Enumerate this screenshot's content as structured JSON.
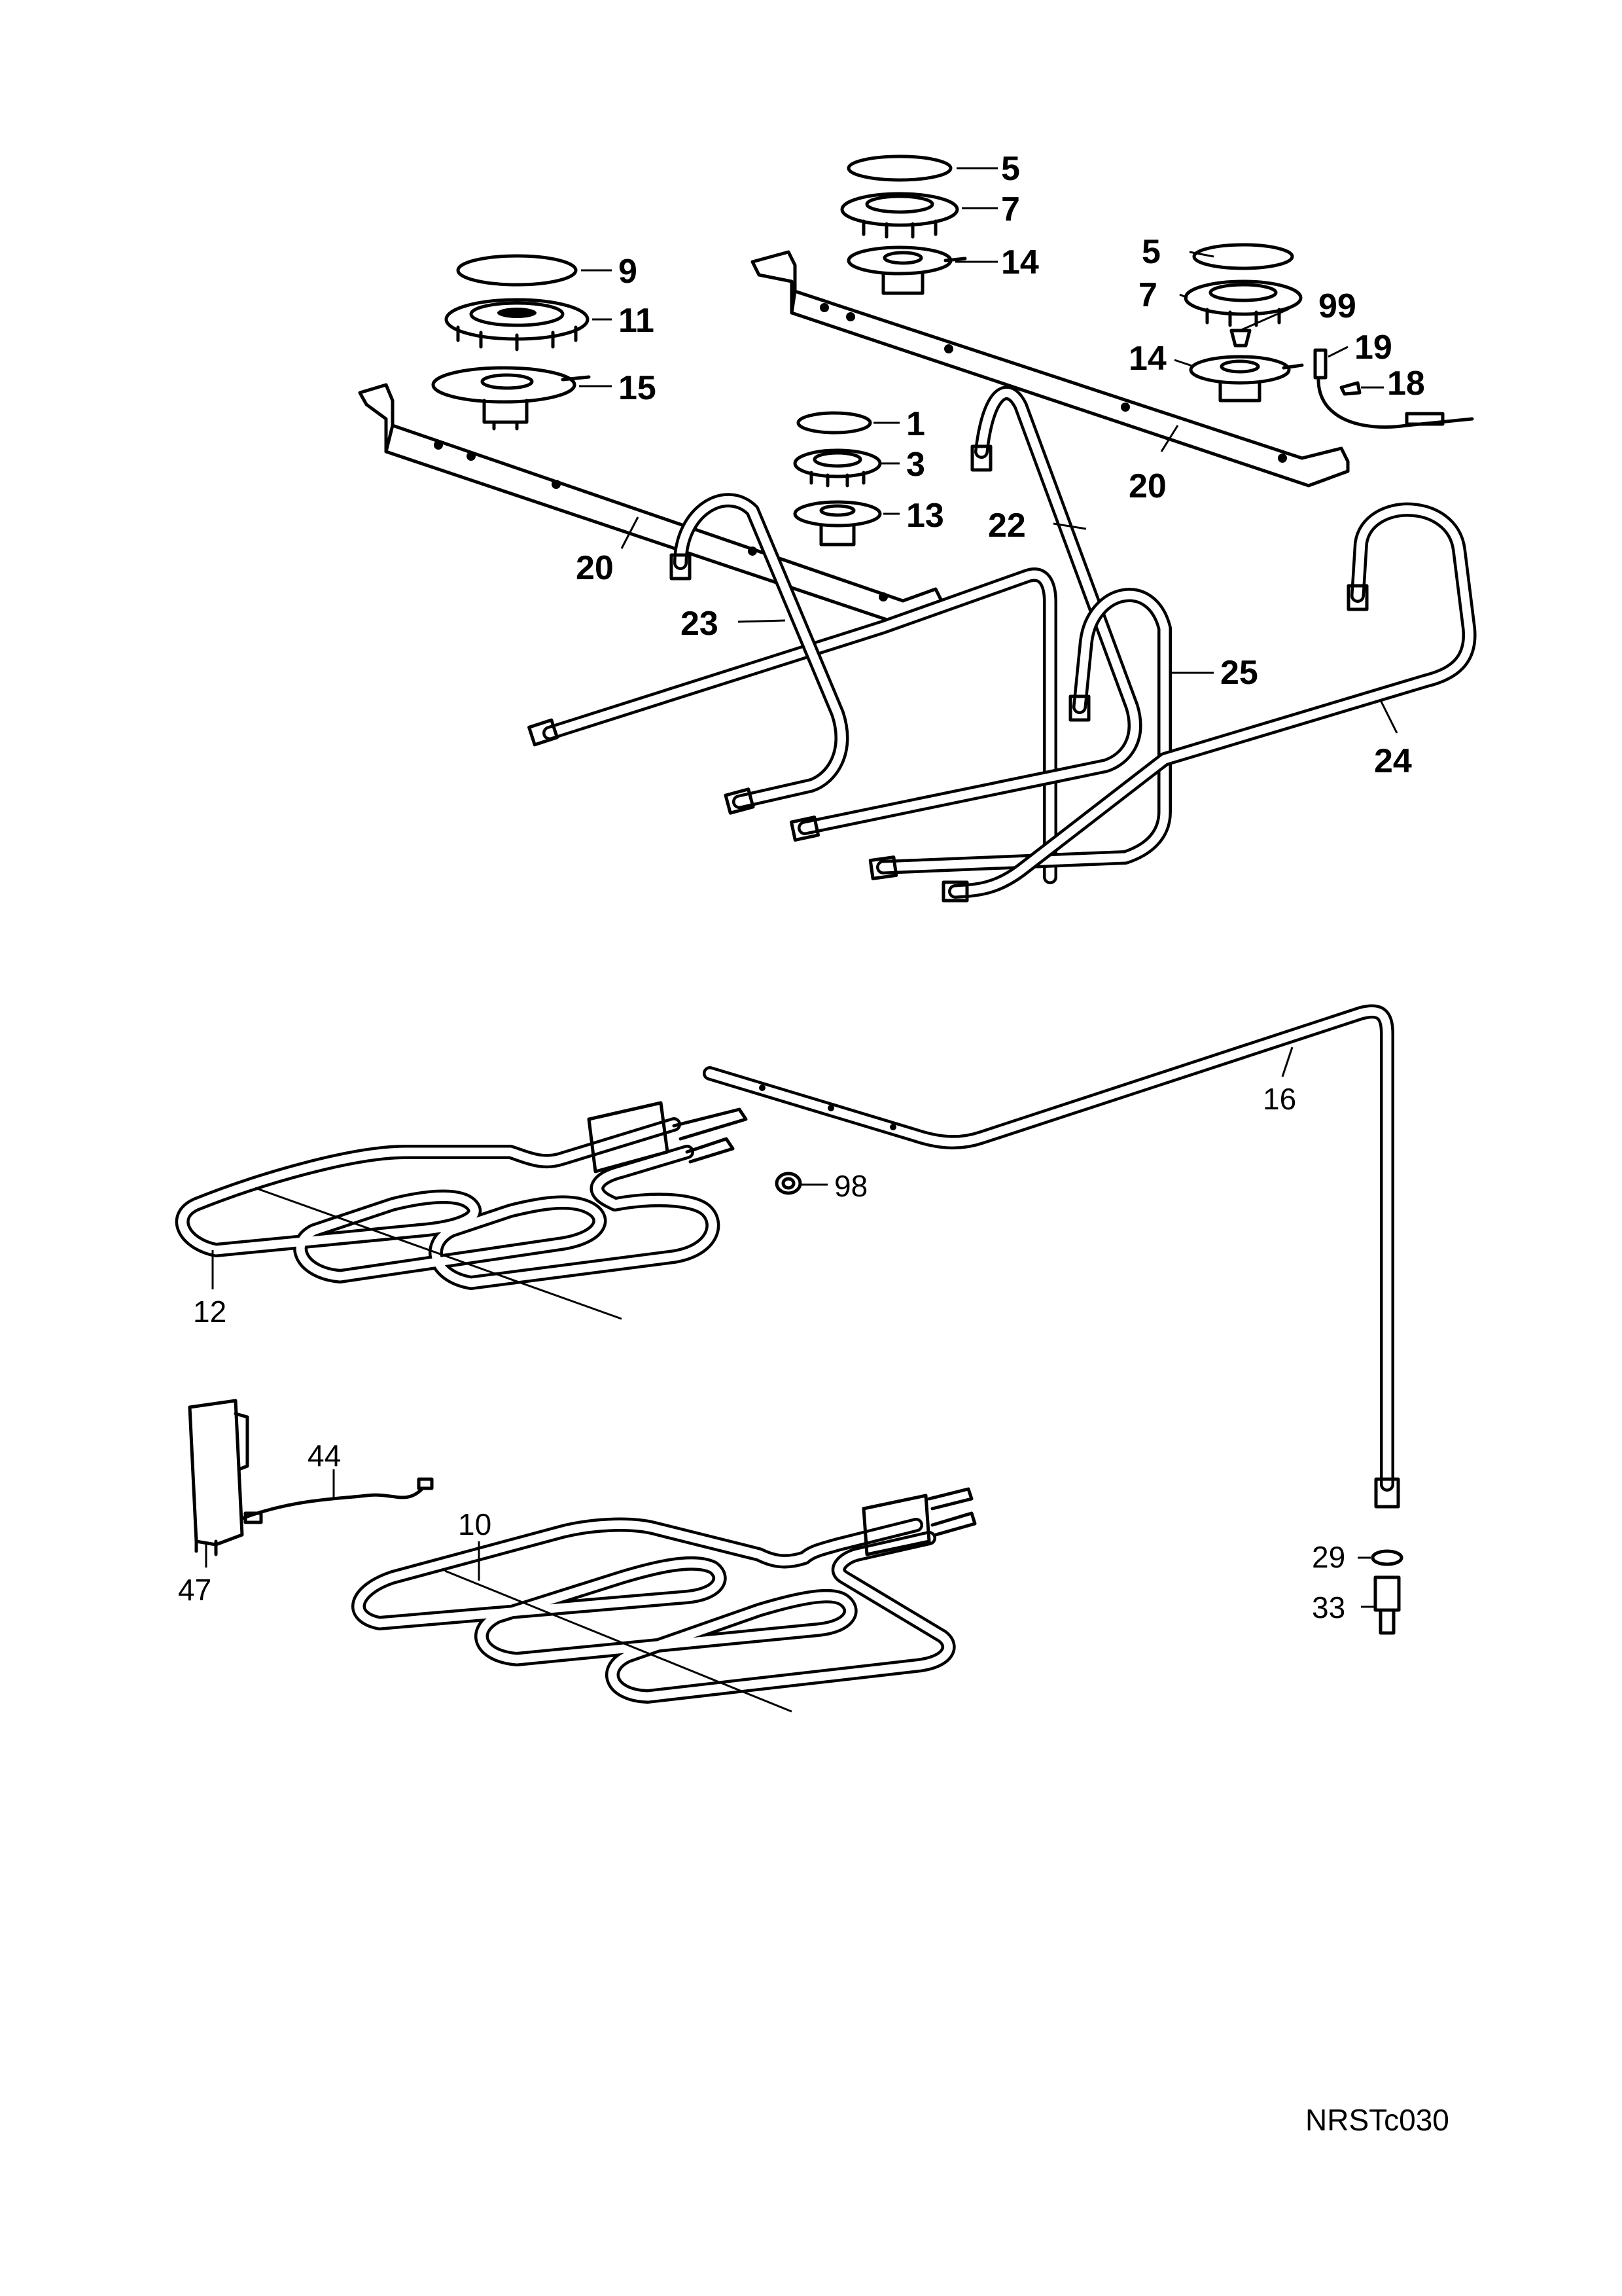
{
  "callouts": [
    {
      "id": "c5a",
      "text": "5"
    },
    {
      "id": "c7a",
      "text": "7"
    },
    {
      "id": "c14a",
      "text": "14"
    },
    {
      "id": "c9",
      "text": "9"
    },
    {
      "id": "c11",
      "text": "11"
    },
    {
      "id": "c15",
      "text": "15"
    },
    {
      "id": "c5b",
      "text": "5"
    },
    {
      "id": "c7b",
      "text": "7"
    },
    {
      "id": "c99",
      "text": "99"
    },
    {
      "id": "c19",
      "text": "19"
    },
    {
      "id": "c14b",
      "text": "14"
    },
    {
      "id": "c18",
      "text": "18"
    },
    {
      "id": "c1",
      "text": "1"
    },
    {
      "id": "c3",
      "text": "3"
    },
    {
      "id": "c13",
      "text": "13"
    },
    {
      "id": "c20a",
      "text": "20"
    },
    {
      "id": "c20b",
      "text": "20"
    },
    {
      "id": "c22",
      "text": "22"
    },
    {
      "id": "c23",
      "text": "23"
    },
    {
      "id": "c25",
      "text": "25"
    },
    {
      "id": "c24",
      "text": "24"
    },
    {
      "id": "c16",
      "text": "16"
    },
    {
      "id": "c98",
      "text": "98"
    },
    {
      "id": "c12",
      "text": "12"
    },
    {
      "id": "c44",
      "text": "44"
    },
    {
      "id": "c10",
      "text": "10"
    },
    {
      "id": "c47",
      "text": "47"
    },
    {
      "id": "c29",
      "text": "29"
    },
    {
      "id": "c33",
      "text": "33"
    }
  ],
  "drawing_code": "NRSTc030"
}
